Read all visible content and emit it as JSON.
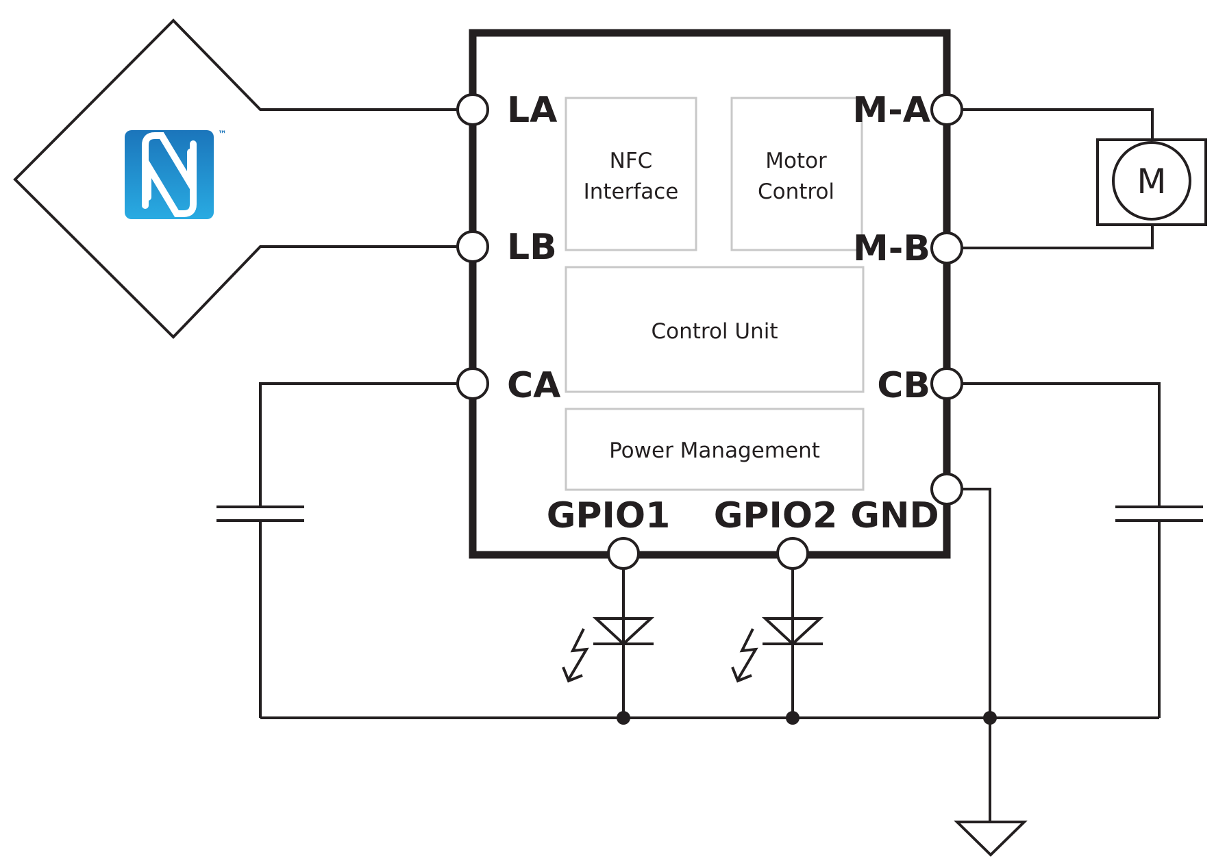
{
  "logo": {
    "name": "NFC N-Mark",
    "trademark": "™",
    "colors": {
      "top": "#1b75bb",
      "bottom": "#29abe2"
    }
  },
  "blocks": {
    "nfc_interface": [
      "NFC",
      "Interface"
    ],
    "motor_control": [
      "Motor",
      "Control"
    ],
    "control_unit": "Control Unit",
    "power_management": "Power Management"
  },
  "pins": {
    "la": "LA",
    "lb": "LB",
    "ca": "CA",
    "ma": "M-A",
    "mb": "M-B",
    "cb": "CB",
    "gpio1": "GPIO1",
    "gpio2": "GPIO2",
    "gnd": "GND"
  },
  "motor": {
    "label": "M"
  },
  "colors": {
    "line": "#231f20",
    "block_border": "#c8c8c8"
  }
}
